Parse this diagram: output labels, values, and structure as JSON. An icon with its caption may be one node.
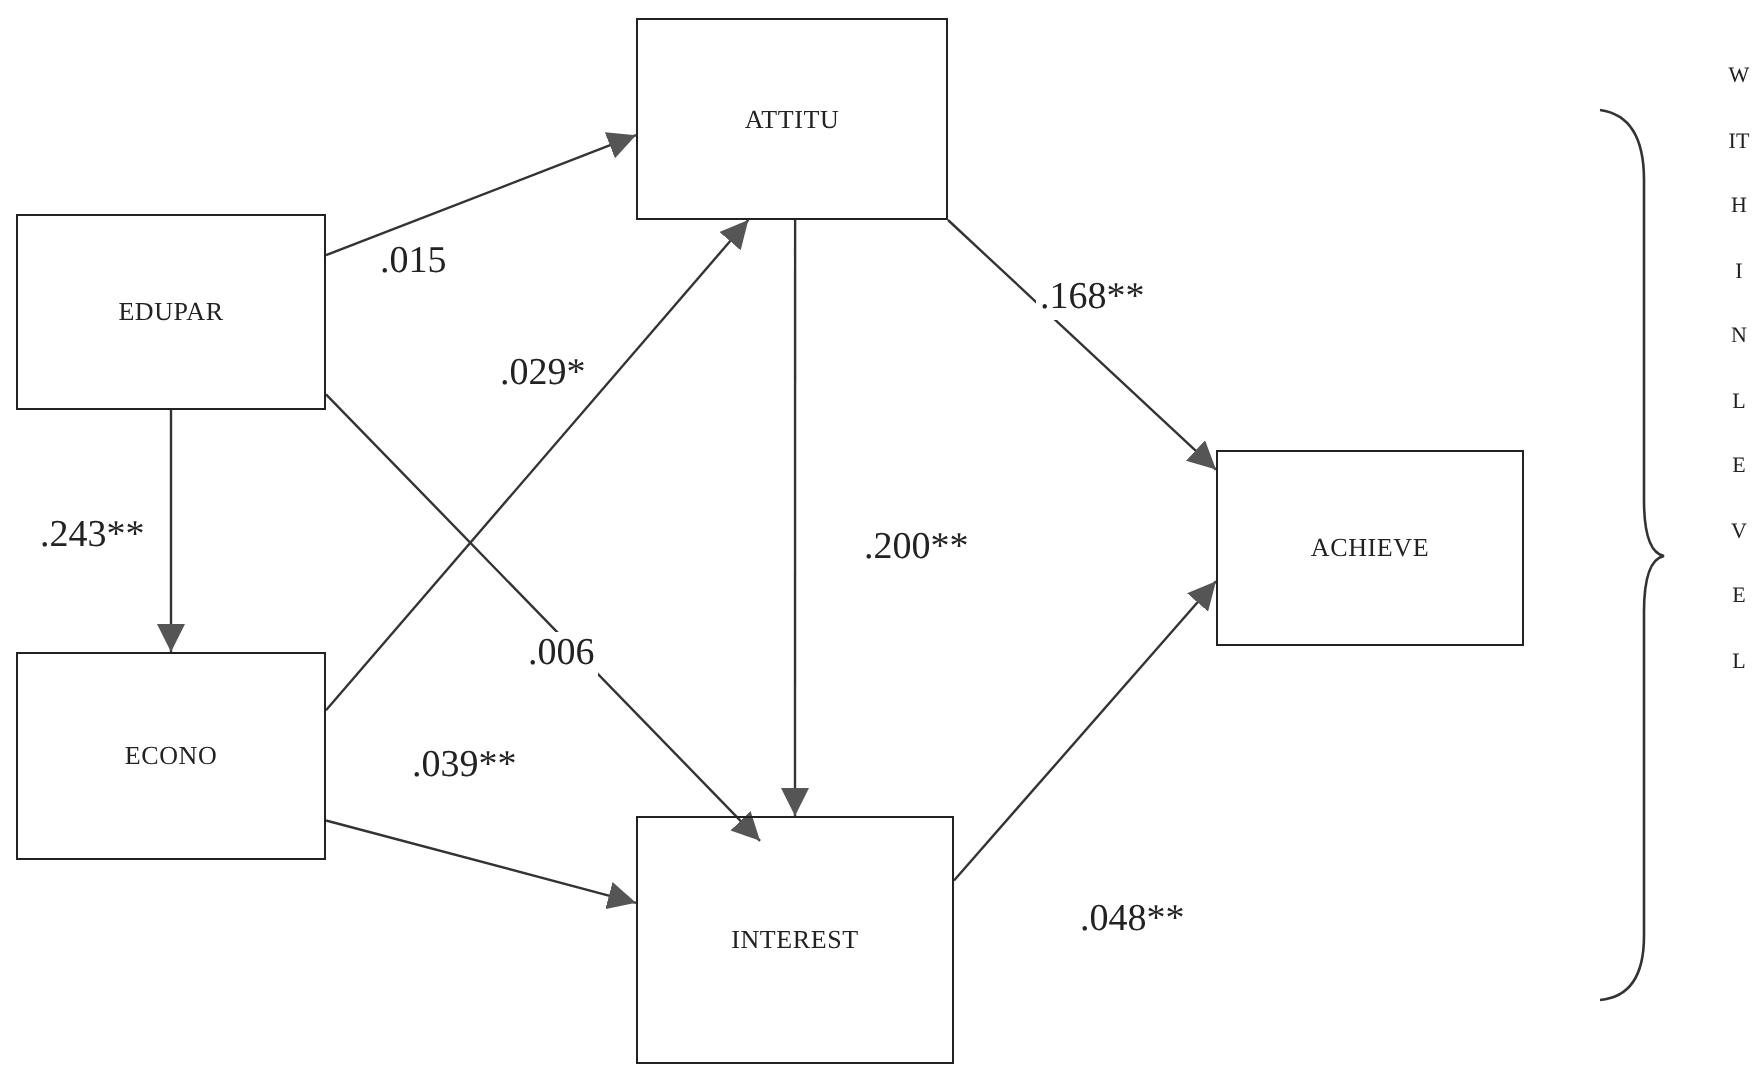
{
  "diagram": {
    "nodes": [
      {
        "text": [
          "EDUPAR"
        ]
      },
      {
        "text": [
          "ATTITU"
        ]
      },
      {
        "text": [
          "ECONO"
        ]
      },
      {
        "text": [
          "INTEREST"
        ]
      },
      {
        "text": [
          "ACHIEVE"
        ]
      }
    ],
    "edges": [
      {
        "from": 0,
        "to": 1,
        "arrow": "to",
        "label": ".015"
      },
      {
        "from": 0,
        "to": 2,
        "arrow": "to",
        "label": ".243**"
      },
      {
        "from": 0,
        "to": 3,
        "arrow": "to",
        "label": ".006"
      },
      {
        "from": 2,
        "to": 1,
        "arrow": "to",
        "label": ".029*"
      },
      {
        "from": 2,
        "to": 3,
        "arrow": "to",
        "label": ".039**"
      },
      {
        "from": 1,
        "to": 3,
        "arrow": "to",
        "label": ".200**"
      },
      {
        "from": 1,
        "to": 4,
        "arrow": "to",
        "label": ".168**"
      },
      {
        "from": 3,
        "to": 4,
        "arrow": "to",
        "label": ".048**"
      }
    ],
    "labels": [
      "WITHIN LEVEL"
    ]
  }
}
